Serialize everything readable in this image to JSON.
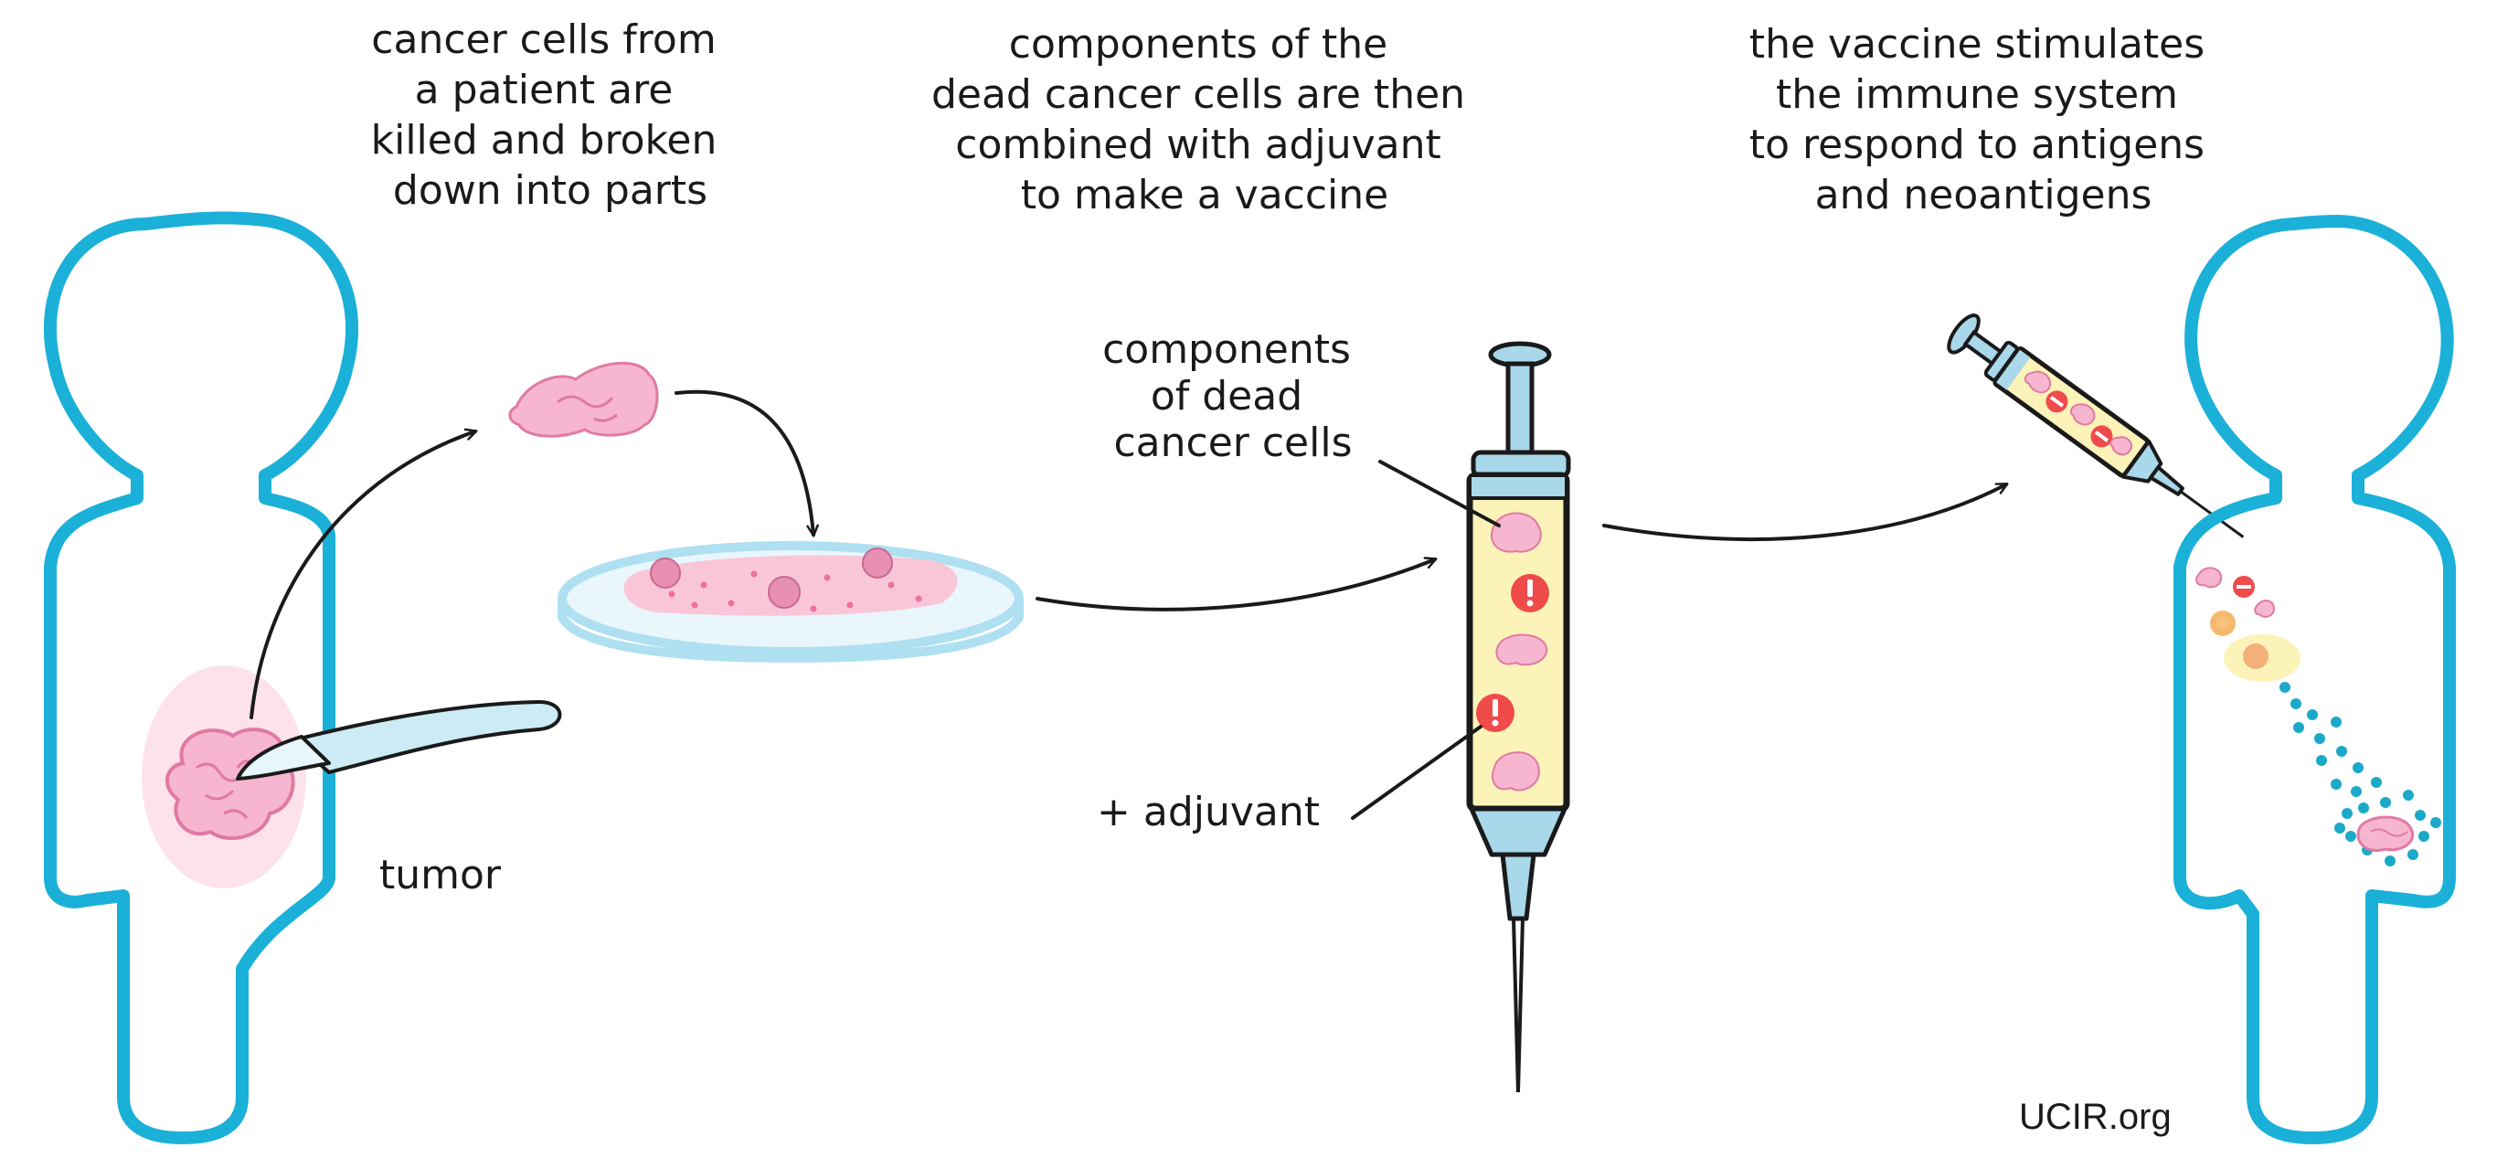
{
  "captions": {
    "step1": [
      "cancer cells from",
      "a patient are",
      "killed and broken",
      "down into parts"
    ],
    "step2": [
      "components of the",
      "dead cancer cells are then",
      "combined with adjuvant",
      "to make a vaccine"
    ],
    "step3": [
      "the vaccine stimulates",
      "the immune system",
      "to respond to antigens",
      "and neoantigens"
    ]
  },
  "labels": {
    "tumor": "tumor",
    "components": [
      "components",
      "of dead",
      "cancer cells"
    ],
    "adjuvant": "+ adjuvant"
  },
  "credit": "UCIR.org",
  "colors": {
    "body_outline": "#1bb0d8",
    "tumor": "#f7b6cf",
    "tumor_stroke": "#e07aa3",
    "dish": "#aee0f1",
    "syringe_fill": "#fbf3b8",
    "syringe_metal": "#a8d8ea",
    "alert": "#ef4b4b",
    "immune_dot": "#1ba9c9"
  },
  "icons": [
    "human-silhouette-icon",
    "scalpel-icon",
    "petri-dish-icon",
    "syringe-icon",
    "alert-icon",
    "immune-cell-icon",
    "arrow-icon"
  ]
}
